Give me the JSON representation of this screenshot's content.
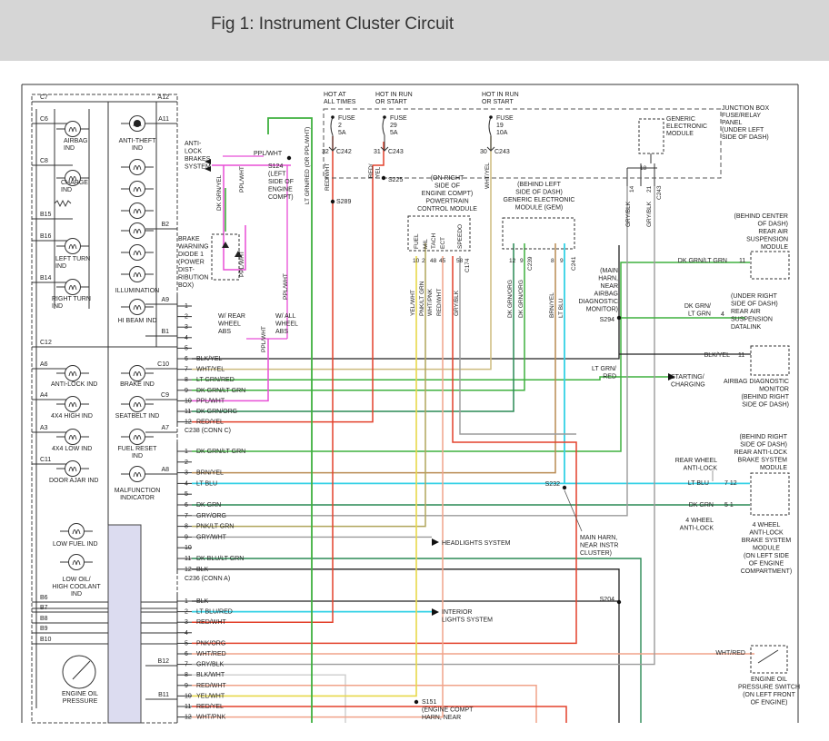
{
  "page": {
    "title": "Fig 1: Instrument Cluster Circuit"
  },
  "cluster_left": {
    "connectors": [
      "C7",
      "C6",
      "C8",
      "B15",
      "B16",
      "B14",
      "C12",
      "A6",
      "A4",
      "A3",
      "C11",
      "B6",
      "B7",
      "B8",
      "B9",
      "B10"
    ],
    "indicators": [
      "AIRBAG\nIND",
      "CHARGE\nIND",
      "LEFT TURN\nIND",
      "RIGHT TURN\nIND",
      "ANTI-LOCK IND",
      "4X4 HIGH IND",
      "4X4 LOW IND",
      "DOOR AJAR IND",
      "LOW FUEL IND",
      "LOW OIL/\nHIGH COOLANT\nIND",
      "ENGINE OIL\nPRESSURE"
    ]
  },
  "cluster_right": {
    "connectors": [
      "A12",
      "A11",
      "B2",
      "A9",
      "B1",
      "C10",
      "C9",
      "A7",
      "A8",
      "B12",
      "B11"
    ],
    "indicators": [
      "ANTI-THEFT\nIND",
      "ILLUMINATION",
      "HI BEAM IND",
      "BRAKE IND",
      "SEATBELT IND",
      "FUEL RESET\nIND",
      "MALFUNCTION\nINDICATOR"
    ]
  },
  "fuses": [
    {
      "hot": "HOT AT\nALL TIMES",
      "fuse": "FUSE\n2\n5A",
      "pin": "32",
      "conn": "C242"
    },
    {
      "hot": "HOT IN RUN\nOR START",
      "fuse": "FUSE\n29\n5A",
      "pin": "31",
      "conn": "C243"
    },
    {
      "hot": "HOT IN RUN\nOR START",
      "fuse": "FUSE\n19\n10A",
      "pin": "30",
      "conn": "C243"
    }
  ],
  "junction_box": "JUNCTION BOX\nFUSE/RELAY\nPANEL\n(UNDER LEFT\nSIDE OF DASH)",
  "gem_box": "GENERIC\nELECTRONIC\nMODULE",
  "connector_c": {
    "pins": [
      "1",
      "2",
      "3",
      "4",
      "5",
      "6",
      "7",
      "8",
      "9",
      "10",
      "11",
      "12"
    ],
    "wires": [
      "",
      "",
      "",
      "",
      "",
      "BLK/YEL",
      "WHT/YEL",
      "LT GRN/RED",
      "DK GRN/LT GRN",
      "PPL/WHT",
      "DK GRN/ORG",
      "RED/YEL"
    ],
    "label": "C238  (CONN C)"
  },
  "connector_a": {
    "pins": [
      "1",
      "2",
      "3",
      "4",
      "5",
      "6",
      "7",
      "8",
      "9",
      "10",
      "11",
      "12"
    ],
    "wires": [
      "DK GRN/LT GRN",
      "",
      "BRN/YEL",
      "LT BLU",
      "",
      "DK GRN",
      "GRY/ORG",
      "PNK/LT GRN",
      "GRY/WHT",
      "",
      "DK BLU/LT GRN",
      "BLK"
    ],
    "label": "C236  (CONN A)"
  },
  "connector_b": {
    "pins": [
      "1",
      "2",
      "3",
      "4",
      "5",
      "6",
      "7",
      "8",
      "9",
      "10",
      "11",
      "12"
    ],
    "wires": [
      "BLK",
      "LT BLU/RED",
      "RED/WHT",
      "",
      "PNK/ORG",
      "WHT/RED",
      "GRY/BLK",
      "BLK/WHT",
      "RED/WHT",
      "YEL/WHT",
      "RED/YEL",
      "WHT/PNK"
    ]
  },
  "labels": {
    "anti_lock_brakes": "ANTI-\nLOCK\nBRAKES\nSYSTEM",
    "ppl_wht": "PPL/WHT",
    "s124": "S124\n(LEFT\nSIDE OF\nENGINE\nCOMPT)",
    "brake_diode": "BRAKE\nWARNING\nDIODE 1\n(POWER\nDIST-\nRIBUTION\nBOX)",
    "rear_wheel_abs": "W/ REAR\nWHEEL\nABS",
    "all_wheel_abs": "W/ ALL\nWHEEL\nABS",
    "v_dk_grn_yel": "DK GRN/YEL",
    "v_ppl_wht_1": "PPL/WHT",
    "v_ppl_wht_2": "PPL/WHT",
    "v_ppl_wht_3": "PPL/WHT",
    "v_ppl_wht_4": "PPL/WHT",
    "v_lt_grn_red": "LT GRN/RED (OR PPL/WHT)",
    "v_red_wht": "RED/WHT",
    "v_red_yel": "RED/\nYEL",
    "v_wht_yel": "WHT/YEL",
    "s289": "S289",
    "s225": "S225",
    "pcm": "(ON RIGHT\nSIDE OF\nENGINE COMPT)\nPOWERTRAIN\nCONTROL MODULE",
    "pcm_pins": [
      "FUEL",
      "MIL",
      "TACH",
      "ECT",
      "SPEEDO"
    ],
    "pcm_nums": [
      "10",
      "2",
      "48",
      "45",
      "58"
    ],
    "pcm_conn": "C174",
    "pcm_wires": [
      "YEL/WHT",
      "PNK/LT GRN",
      "WHT/PNK",
      "RED/WHT",
      "GRY/BLK"
    ],
    "gem": "(BEHIND LEFT\nSIDE OF DASH)\nGENERIC ELECTRONIC\nMODULE (GEM)",
    "gem_nums": [
      "12",
      "9",
      "8",
      "9"
    ],
    "gem_conns": [
      "C239",
      "C241"
    ],
    "gem_wires": [
      "DK GRN/ORG",
      "DK GRN/ORG",
      "BRN/YEL",
      "LT BLU"
    ],
    "jb_wires": [
      "GRY/BLK",
      "GRY/BLK"
    ],
    "jb_pins": [
      "14",
      "18",
      "21"
    ],
    "jb_conn": "C243",
    "main_harn_1": "(MAIN\nHARN,\nNEAR\nAIRBAG\nDIAGNOSTIC\nMONITOR)",
    "s294": "S294",
    "rear_air": "(BEHIND CENTER\nOF DASH)\nREAR AIR\nSUSPENSION\nMODULE",
    "w_dkgrn_ltgrn": "DK GRN/LT GRN",
    "pin_11": "11",
    "datalink": "(UNDER RIGHT\nSIDE OF DASH)\nREAR AIR\nSUSPENSION\nDATALINK",
    "w_dkgrn_ltgrn_2": "DK GRN/\nLT GRN",
    "pin_4": "4",
    "w_blk_yel": "BLK/YEL",
    "pin_11b": "11",
    "airbag_monitor": "AIRBAG DIAGNOSTIC\nMONITOR\n(BEHIND RIGHT\nSIDE OF DASH)",
    "w_ltgrn_red": "LT GRN/\nRED",
    "starting": "STARTING/\nCHARGING",
    "abs_module": "(BEHIND RIGHT\nSIDE OF DASH)\nREAR ANTI-LOCK\nBRAKE SYSTEM\nMODULE",
    "rear_wheel_antilock": "REAR WHEEL\nANTI-LOCK",
    "w_lt_blu": "LT BLU",
    "pins_7_12": "7   12",
    "w_dk_grn": "DK GRN",
    "pins_5_1": "5      1",
    "four_wheel_antilock": "4 WHEEL\nANTI-LOCK",
    "four_wheel_module": "4 WHEEL\nANTI-LOCK\nBRAKE SYSTEM\nMODULE\n(ON LEFT SIDE\nOF ENGINE\nCOMPARTMENT)",
    "s232": "S232",
    "main_harn_2": "MAIN HARN,\nNEAR INSTR\nCLUSTER)",
    "headlights": "HEADLIGHTS SYSTEM",
    "s204": "S204",
    "interior": "INTERIOR\nLIGHTS SYSTEM",
    "w_wht_red": "WHT/RED",
    "oil_switch": "ENGINE OIL\nPRESSURE SWITCH\n(ON LEFT FRONT\nOF ENGINE)",
    "s151": "S151\n(ENGINE COMPT\nHARN, NEAR"
  }
}
